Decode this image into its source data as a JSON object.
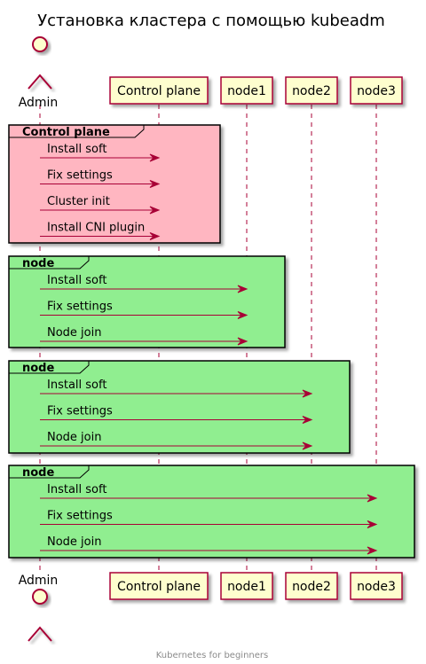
{
  "title": "Установка кластера с помощью kubeadm",
  "footer": "Kubernetes for beginners",
  "colors": {
    "participant_fill": "#FEFECE",
    "participant_border": "#A80036",
    "arrow": "#A80036",
    "lifeline": "#A80036",
    "frame_control_plane": "#FFB6C1",
    "frame_node": "#90EE90",
    "frame_border": "#000000"
  },
  "actor": {
    "name": "Admin",
    "icon": "stick-figure-actor-icon"
  },
  "participants": [
    {
      "id": "control-plane",
      "label": "Control plane"
    },
    {
      "id": "node1",
      "label": "node1"
    },
    {
      "id": "node2",
      "label": "node2"
    },
    {
      "id": "node3",
      "label": "node3"
    }
  ],
  "groups": [
    {
      "label": "Control plane",
      "color": "#FFB6C1",
      "target": "control-plane",
      "messages": [
        "Install soft",
        "Fix settings",
        "Cluster init",
        "Install CNI plugin"
      ]
    },
    {
      "label": "node",
      "color": "#90EE90",
      "target": "node1",
      "messages": [
        "Install soft",
        "Fix settings",
        "Node join"
      ]
    },
    {
      "label": "node",
      "color": "#90EE90",
      "target": "node2",
      "messages": [
        "Install soft",
        "Fix settings",
        "Node join"
      ]
    },
    {
      "label": "node",
      "color": "#90EE90",
      "target": "node3",
      "messages": [
        "Install soft",
        "Fix settings",
        "Node join"
      ]
    }
  ]
}
